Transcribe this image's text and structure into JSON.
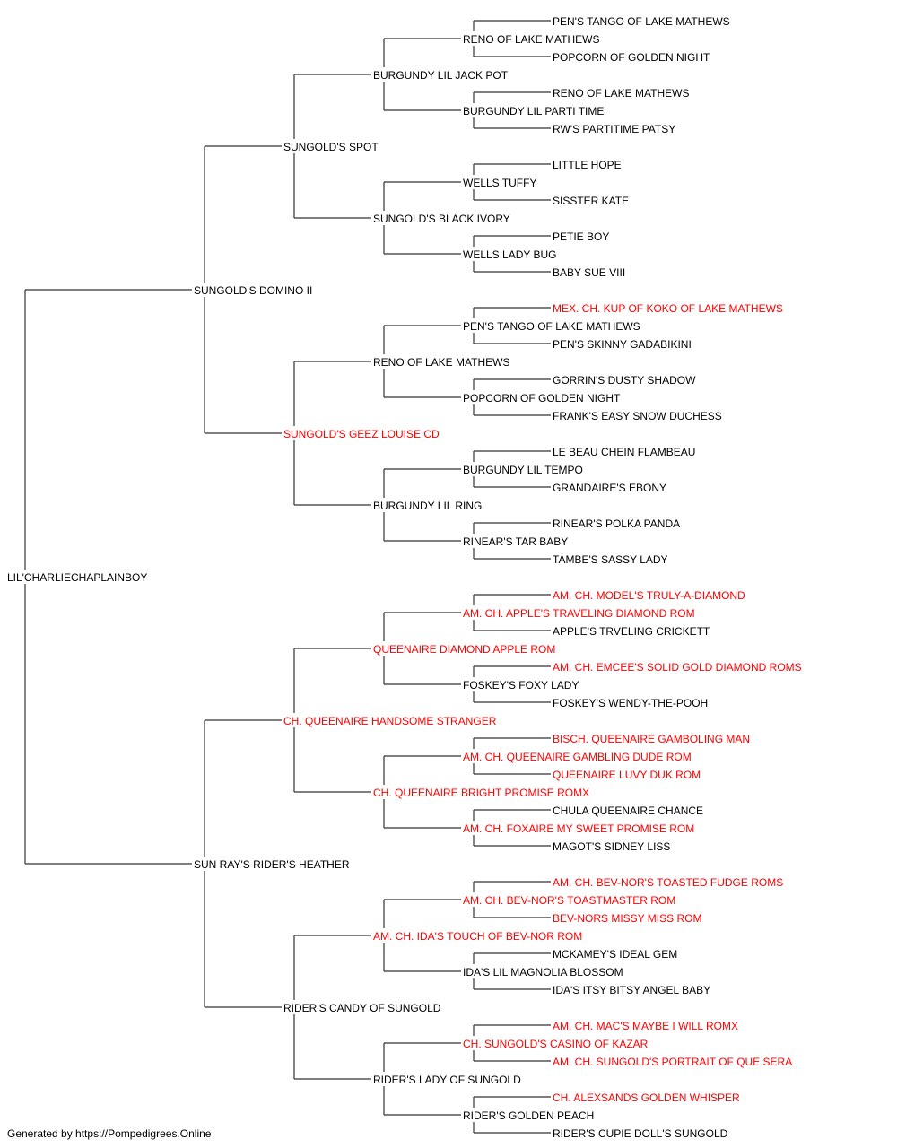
{
  "footer": "Generated by https://Pompedigrees.Online",
  "colors": {
    "normal": "#000000",
    "champion": "#ff0000",
    "line": "#333333"
  },
  "pedigree": {
    "name": "LIL'CHARLIECHAPLAINBOY",
    "highlight": false,
    "sire": {
      "name": "SUNGOLD'S DOMINO II",
      "highlight": false,
      "sire": {
        "name": "SUNGOLD'S SPOT",
        "highlight": false,
        "sire": {
          "name": "BURGUNDY LIL JACK POT",
          "highlight": false,
          "sire": {
            "name": "RENO OF LAKE MATHEWS",
            "highlight": false,
            "sire": {
              "name": "PEN'S TANGO OF LAKE MATHEWS",
              "highlight": false
            },
            "dam": {
              "name": "POPCORN OF GOLDEN NIGHT",
              "highlight": false
            }
          },
          "dam": {
            "name": "BURGUNDY LIL PARTI TIME",
            "highlight": false,
            "sire": {
              "name": "RENO OF LAKE MATHEWS",
              "highlight": false
            },
            "dam": {
              "name": "RW'S PARTITIME PATSY",
              "highlight": false
            }
          }
        },
        "dam": {
          "name": "SUNGOLD'S BLACK IVORY",
          "highlight": false,
          "sire": {
            "name": "WELLS TUFFY",
            "highlight": false,
            "sire": {
              "name": "LITTLE HOPE",
              "highlight": false
            },
            "dam": {
              "name": "SISSTER KATE",
              "highlight": false
            }
          },
          "dam": {
            "name": "WELLS LADY BUG",
            "highlight": false,
            "sire": {
              "name": "PETIE BOY",
              "highlight": false
            },
            "dam": {
              "name": "BABY SUE VIII",
              "highlight": false
            }
          }
        }
      },
      "dam": {
        "name": "SUNGOLD'S GEEZ LOUISE CD",
        "highlight": true,
        "sire": {
          "name": "RENO OF LAKE MATHEWS",
          "highlight": false,
          "sire": {
            "name": "PEN'S TANGO OF LAKE MATHEWS",
            "highlight": false,
            "sire": {
              "name": "MEX. CH. KUP OF KOKO OF LAKE MATHEWS",
              "highlight": true
            },
            "dam": {
              "name": "PEN'S SKINNY GADABIKINI",
              "highlight": false
            }
          },
          "dam": {
            "name": "POPCORN OF GOLDEN NIGHT",
            "highlight": false,
            "sire": {
              "name": "GORRIN'S DUSTY SHADOW",
              "highlight": false
            },
            "dam": {
              "name": "FRANK'S EASY SNOW DUCHESS",
              "highlight": false
            }
          }
        },
        "dam": {
          "name": "BURGUNDY LIL RING",
          "highlight": false,
          "sire": {
            "name": "BURGUNDY LIL TEMPO",
            "highlight": false,
            "sire": {
              "name": "LE BEAU CHEIN FLAMBEAU",
              "highlight": false
            },
            "dam": {
              "name": "GRANDAIRE'S EBONY",
              "highlight": false
            }
          },
          "dam": {
            "name": "RINEAR'S TAR BABY",
            "highlight": false,
            "sire": {
              "name": "RINEAR'S POLKA PANDA",
              "highlight": false
            },
            "dam": {
              "name": "TAMBE'S SASSY LADY",
              "highlight": false
            }
          }
        }
      }
    },
    "dam": {
      "name": "SUN RAY'S RIDER'S HEATHER",
      "highlight": false,
      "sire": {
        "name": "CH. QUEENAIRE HANDSOME STRANGER",
        "highlight": true,
        "sire": {
          "name": "QUEENAIRE DIAMOND APPLE ROM",
          "highlight": true,
          "sire": {
            "name": "AM. CH. APPLE'S TRAVELING DIAMOND ROM",
            "highlight": true,
            "sire": {
              "name": "AM. CH. MODEL'S TRULY-A-DIAMOND",
              "highlight": true
            },
            "dam": {
              "name": "APPLE'S TRVELING CRICKETT",
              "highlight": false
            }
          },
          "dam": {
            "name": "FOSKEY'S FOXY LADY",
            "highlight": false,
            "sire": {
              "name": "AM. CH. EMCEE'S SOLID GOLD DIAMOND ROMS",
              "highlight": true
            },
            "dam": {
              "name": "FOSKEY'S WENDY-THE-POOH",
              "highlight": false
            }
          }
        },
        "dam": {
          "name": "CH. QUEENAIRE BRIGHT PROMISE ROMX",
          "highlight": true,
          "sire": {
            "name": "AM. CH. QUEENAIRE GAMBLING DUDE ROM",
            "highlight": true,
            "sire": {
              "name": "BISCH. QUEENAIRE GAMBOLING MAN",
              "highlight": true
            },
            "dam": {
              "name": "QUEENAIRE LUVY DUK ROM",
              "highlight": true
            }
          },
          "dam": {
            "name": "AM. CH. FOXAIRE MY SWEET PROMISE ROM",
            "highlight": true,
            "sire": {
              "name": "CHULA QUEENAIRE CHANCE",
              "highlight": false
            },
            "dam": {
              "name": "MAGOT'S SIDNEY LISS",
              "highlight": false
            }
          }
        }
      },
      "dam": {
        "name": "RIDER'S CANDY OF SUNGOLD",
        "highlight": false,
        "sire": {
          "name": "AM. CH. IDA'S TOUCH OF BEV-NOR ROM",
          "highlight": true,
          "sire": {
            "name": "AM. CH. BEV-NOR'S TOASTMASTER ROM",
            "highlight": true,
            "sire": {
              "name": "AM. CH. BEV-NOR'S TOASTED FUDGE ROMS",
              "highlight": true
            },
            "dam": {
              "name": "BEV-NORS MISSY MISS ROM",
              "highlight": true
            }
          },
          "dam": {
            "name": "IDA'S LIL MAGNOLIA BLOSSOM",
            "highlight": false,
            "sire": {
              "name": "MCKAMEY'S IDEAL GEM",
              "highlight": false
            },
            "dam": {
              "name": "IDA'S ITSY BITSY ANGEL BABY",
              "highlight": false
            }
          }
        },
        "dam": {
          "name": "RIDER'S LADY OF SUNGOLD",
          "highlight": false,
          "sire": {
            "name": "CH. SUNGOLD'S CASINO OF KAZAR",
            "highlight": true,
            "sire": {
              "name": "AM. CH. MAC'S MAYBE I WILL ROMX",
              "highlight": true
            },
            "dam": {
              "name": "AM. CH. SUNGOLD'S PORTRAIT OF QUE SERA",
              "highlight": true
            }
          },
          "dam": {
            "name": "RIDER'S GOLDEN PEACH",
            "highlight": false,
            "sire": {
              "name": "CH. ALEXSANDS GOLDEN WHISPER",
              "highlight": true
            },
            "dam": {
              "name": "RIDER'S CUPIE DOLL'S SUNGOLD",
              "highlight": false
            }
          }
        }
      }
    }
  }
}
